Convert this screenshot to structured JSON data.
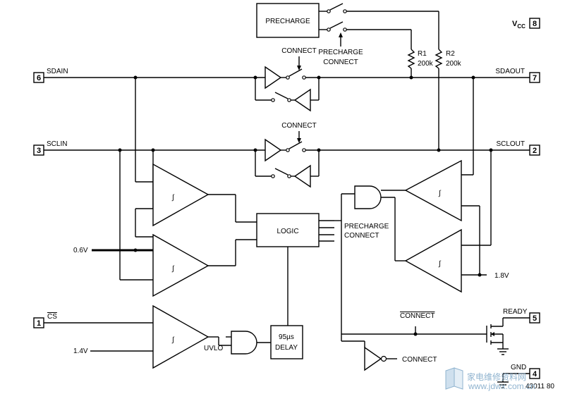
{
  "pins": [
    {
      "number": "8",
      "name": "V",
      "sub": "CC"
    },
    {
      "number": "6",
      "name": "SDAIN"
    },
    {
      "number": "7",
      "name": "SDAOUT"
    },
    {
      "number": "3",
      "name": "SCLIN"
    },
    {
      "number": "2",
      "name": "SCLOUT"
    },
    {
      "number": "1",
      "name": "CS"
    },
    {
      "number": "5",
      "name": "READY"
    },
    {
      "number": "4",
      "name": "GND"
    }
  ],
  "blocks": {
    "precharge": "PRECHARGE",
    "logic": "LOGIC",
    "delay_line1": "95µs",
    "delay_line2": "DELAY"
  },
  "resistors": [
    {
      "name": "R1",
      "value": "200k"
    },
    {
      "name": "R2",
      "value": "200k"
    }
  ],
  "labels": {
    "connect_top": "CONNECT",
    "connect_mid": "CONNECT",
    "precharge_connect_line1": "PRECHARGE",
    "precharge_connect_line2": "CONNECT",
    "logic_out_line1": "PRECHARGE",
    "logic_out_line2": "CONNECT",
    "v06": "0.6V",
    "v14": "1.4V",
    "v18": "1.8V",
    "uvlo": "UVLO",
    "connect_bar": "CONNECT",
    "connect_out": "CONNECT",
    "comparator_symbol": "∫",
    "figure_id": "43011 80"
  },
  "watermark": {
    "text": "家电维修资料网",
    "url": "www.jdwx.com.cn"
  }
}
